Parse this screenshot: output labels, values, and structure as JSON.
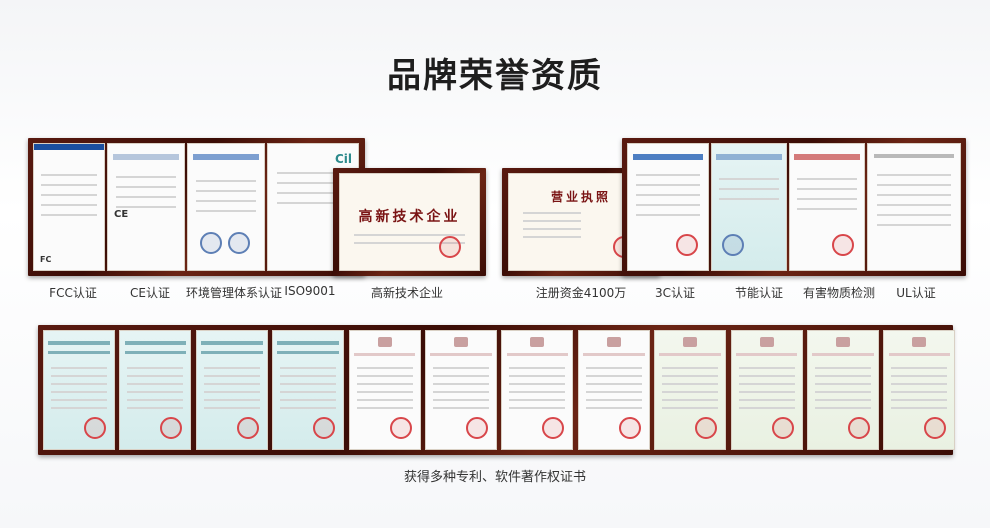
{
  "page": {
    "title": "品牌荣誉资质"
  },
  "top_certificates": [
    {
      "label": "FCC认证",
      "badge": "FC"
    },
    {
      "label": "CE认证",
      "badge": "CE"
    },
    {
      "label": "环境管理体系认证",
      "badge": ""
    },
    {
      "label": "ISO9001",
      "badge": "Cil"
    },
    {
      "label": "高新技术企业",
      "badge": "",
      "header": "高新技术企业"
    },
    {
      "label": "注册资金4100万",
      "badge": "",
      "header": "营业执照"
    },
    {
      "label": "3C认证",
      "badge": ""
    },
    {
      "label": "节能认证",
      "badge": ""
    },
    {
      "label": "有害物质检测",
      "badge": ""
    },
    {
      "label": "UL认证",
      "badge": ""
    }
  ],
  "bottom_row": {
    "label": "获得多种专利、软件著作权证书",
    "certificates": [
      {
        "type": "software-copyright"
      },
      {
        "type": "software-copyright"
      },
      {
        "type": "software-copyright"
      },
      {
        "type": "software-copyright"
      },
      {
        "type": "design-patent"
      },
      {
        "type": "design-patent"
      },
      {
        "type": "design-patent"
      },
      {
        "type": "design-patent"
      },
      {
        "type": "utility-patent"
      },
      {
        "type": "utility-patent"
      },
      {
        "type": "utility-patent"
      },
      {
        "type": "utility-patent"
      }
    ]
  },
  "colors": {
    "frame": "#4a130a",
    "title": "#1e1e1e",
    "seal": "#d8464a"
  }
}
